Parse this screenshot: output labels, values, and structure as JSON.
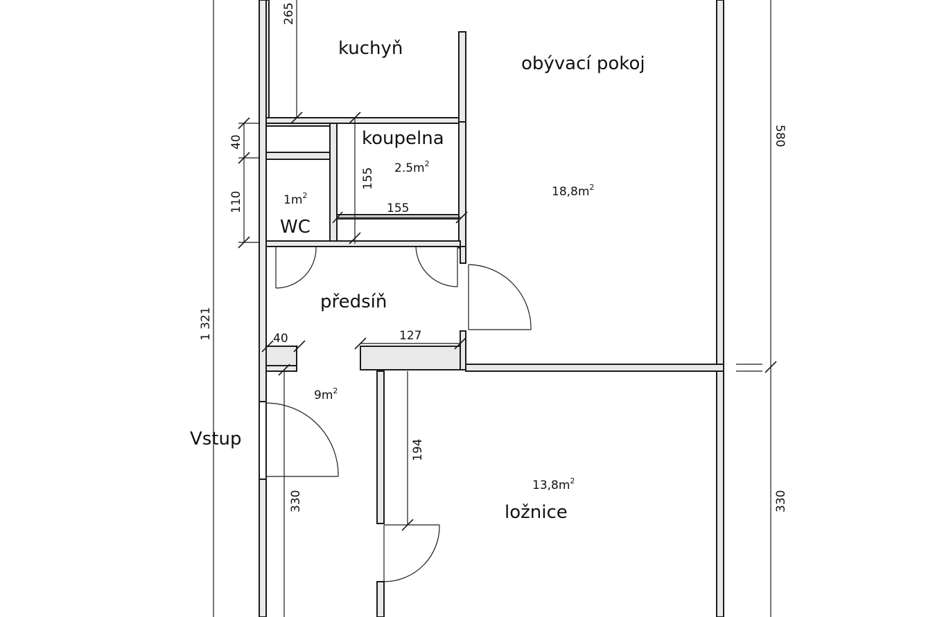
{
  "plan": {
    "rooms": {
      "kitchen": {
        "label": "kuchyň"
      },
      "living": {
        "label": "obývací pokoj",
        "area": "18,8m",
        "area_unit_sup": "2"
      },
      "bathroom": {
        "label": "koupelna",
        "area": "2.5m",
        "area_unit_sup": "2"
      },
      "wc": {
        "label": "WC",
        "area": "1m",
        "area_unit_sup": "2"
      },
      "hall": {
        "label": "předsíň",
        "area": "9m",
        "area_unit_sup": "2"
      },
      "bedroom": {
        "label": "ložnice",
        "area": "13,8m",
        "area_unit_sup": "2"
      },
      "entrance": {
        "label": "Vstup"
      }
    },
    "dimensions": {
      "kitchen_height": "265",
      "upper_wall_gap": "40",
      "wc_height": "110",
      "bath_height": "155",
      "bath_width": "155",
      "total_left": "1 321",
      "hall_short": "40",
      "hall_wall": "127",
      "bedroom_door": "194",
      "lower_left": "330",
      "right_upper": "580",
      "right_lower": "330"
    }
  }
}
